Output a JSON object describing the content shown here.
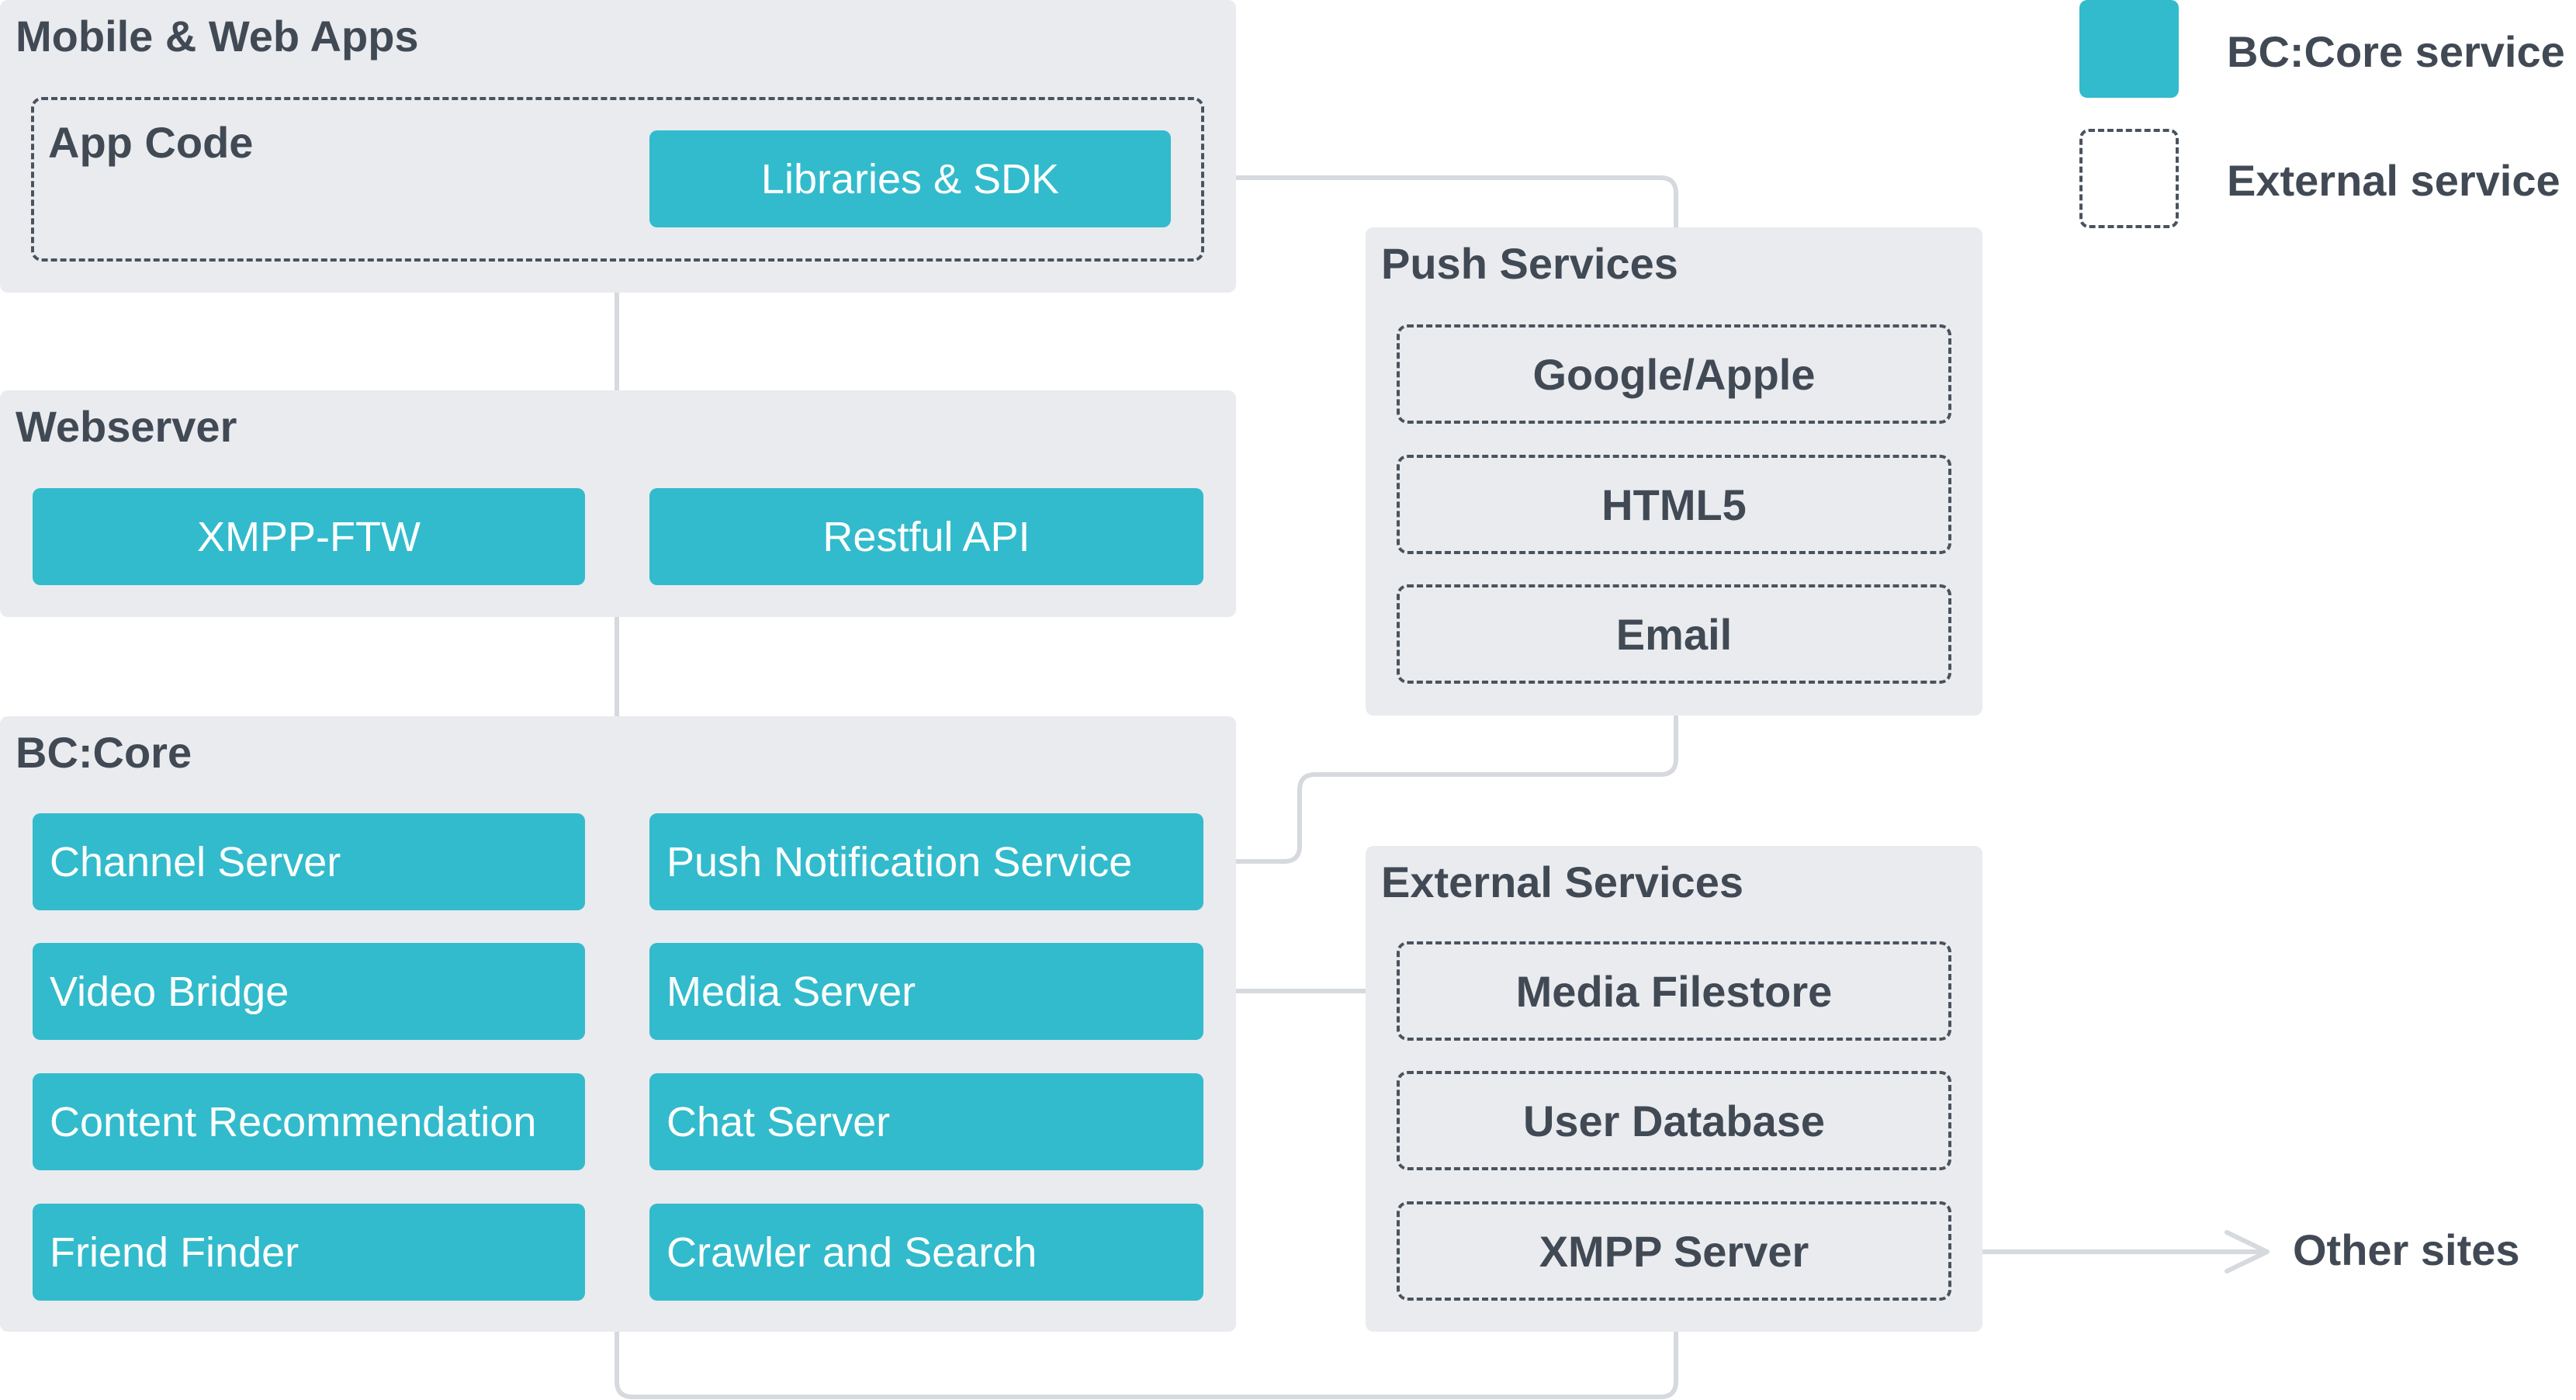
{
  "colors": {
    "bccore_service": "#32bbcc",
    "group_background": "#e9ebef",
    "text": "#414a54",
    "connector": "#d6d9de"
  },
  "groups": {
    "apps": {
      "title": "Mobile & Web Apps",
      "app_code": {
        "title": "App Code",
        "libraries": "Libraries & SDK"
      }
    },
    "webserver": {
      "title": "Webserver",
      "services": [
        "XMPP-FTW",
        "Restful API"
      ]
    },
    "bccore": {
      "title": "BC:Core",
      "left_services": [
        "Channel Server",
        "Video Bridge",
        "Content Recommendation",
        "Friend Finder"
      ],
      "right_services": [
        "Push Notification Service",
        "Media Server",
        "Chat Server",
        "Crawler and Search"
      ]
    },
    "push": {
      "title": "Push Services",
      "items": [
        "Google/Apple",
        "HTML5",
        "Email"
      ]
    },
    "external": {
      "title": "External Services",
      "items": [
        "Media Filestore",
        "User Database",
        "XMPP Server"
      ]
    }
  },
  "other_sites": "Other sites",
  "legend": {
    "bccore": "BC:Core service",
    "external": "External service"
  }
}
